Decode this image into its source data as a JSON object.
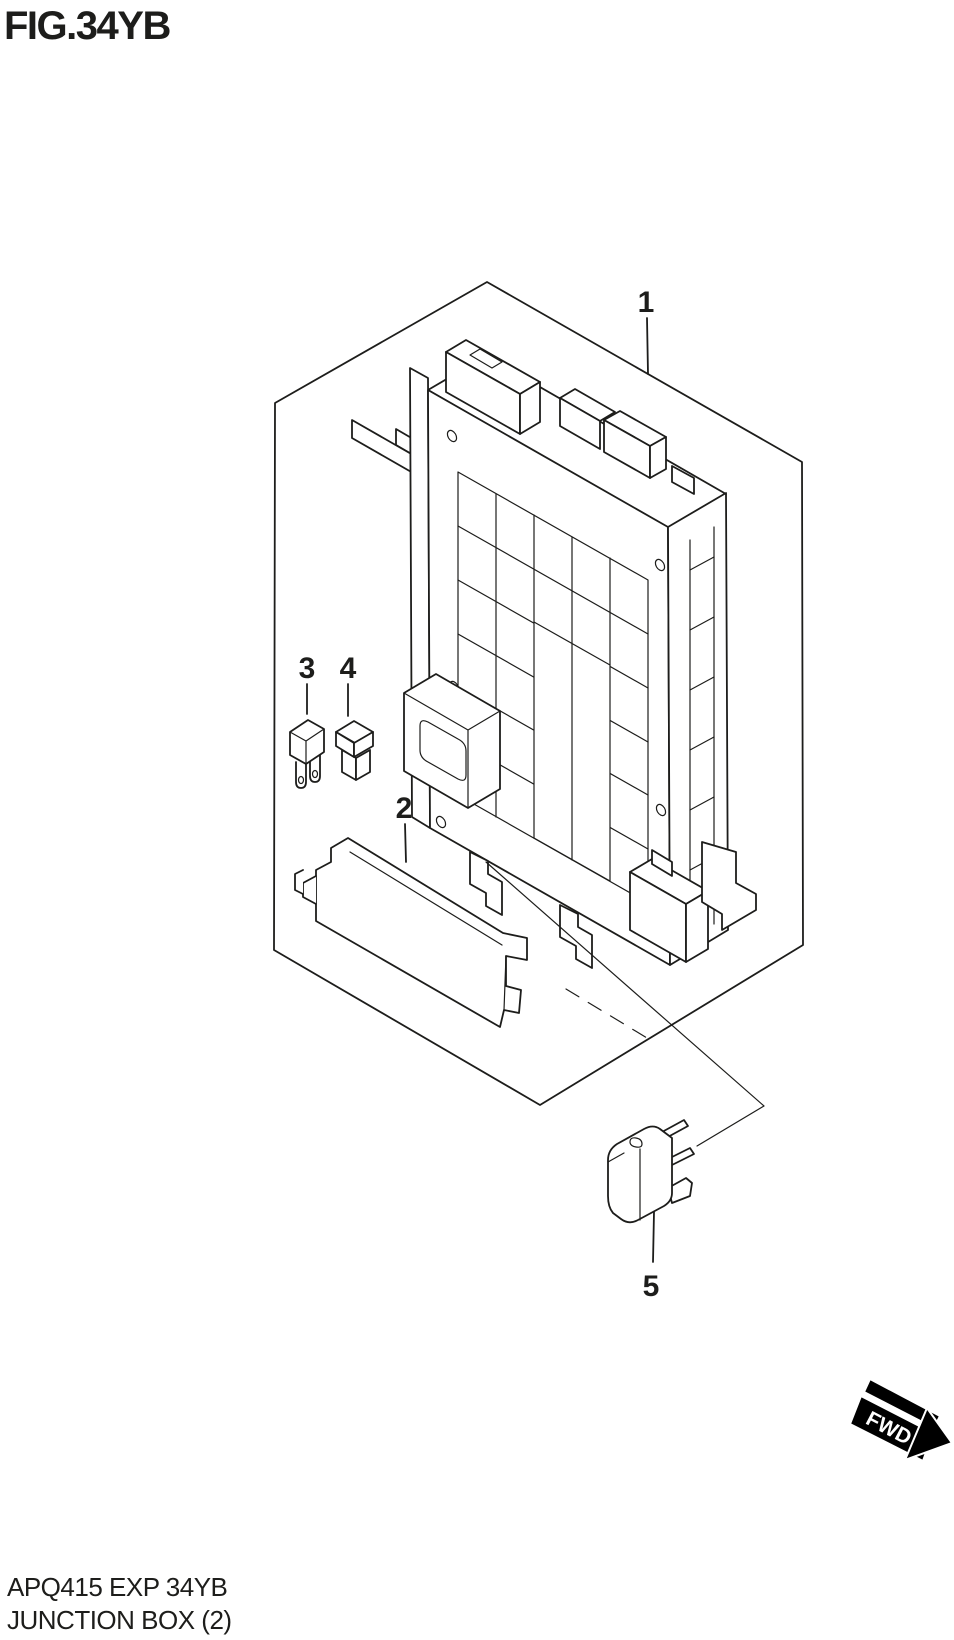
{
  "page": {
    "background_color": "#ffffff",
    "line_color": "#1d1d1b"
  },
  "header": {
    "figure_title": "FIG.34YB"
  },
  "diagram": {
    "type": "exploded-parts-isometric",
    "callouts": [
      {
        "number": "1"
      },
      {
        "number": "2"
      },
      {
        "number": "3"
      },
      {
        "number": "4"
      },
      {
        "number": "5"
      }
    ]
  },
  "fwd_badge": {
    "label": "FWD"
  },
  "footer": {
    "line1": "APQ415 EXP 34YB",
    "line2": "JUNCTION BOX (2)"
  }
}
